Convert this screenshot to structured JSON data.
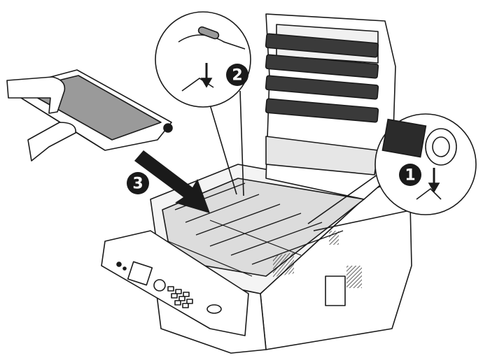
{
  "steps": [
    {
      "id": "step-1",
      "label": "1"
    },
    {
      "id": "step-2",
      "label": "2"
    },
    {
      "id": "step-3",
      "label": "3"
    }
  ],
  "colors": {
    "line": "#1a1a1a",
    "fill_light": "#ffffff",
    "fill_gray": "#bdbdbd",
    "fill_dark": "#2b2b2b",
    "badge": "#1a1a1a"
  }
}
